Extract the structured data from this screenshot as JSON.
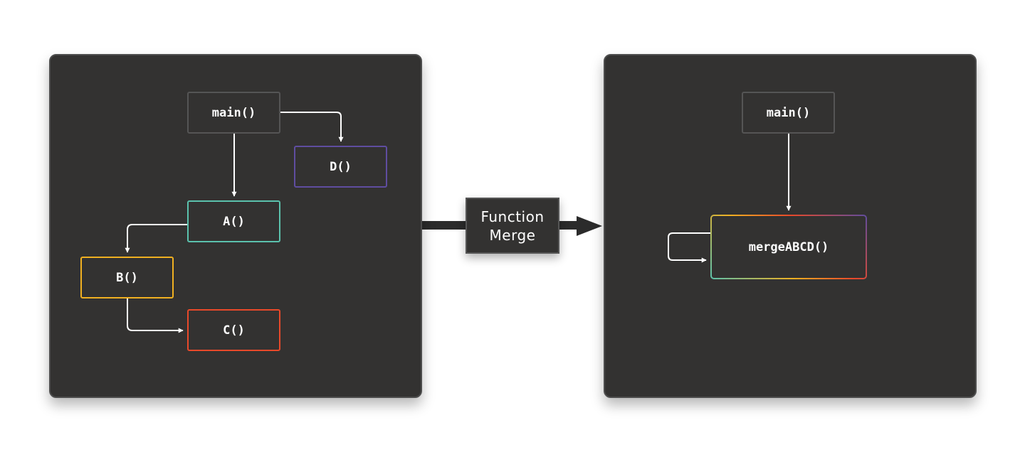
{
  "left_panel": {
    "nodes": {
      "main": "main()",
      "d": "D()",
      "a": "A()",
      "b": "B()",
      "c": "C()"
    }
  },
  "transform": {
    "label_line1": "Function",
    "label_line2": "Merge"
  },
  "right_panel": {
    "nodes": {
      "main": "main()",
      "merged": "mergeABCD()"
    }
  },
  "colors": {
    "panel_background": "#333231",
    "node_border_default": "#555555",
    "node_d": "#5f4da0",
    "node_a": "#5bc2ad",
    "node_b": "#f0b021",
    "node_c": "#e8492a",
    "arrow": "#ffffff",
    "transform_arrow": "#2b2b2b"
  }
}
